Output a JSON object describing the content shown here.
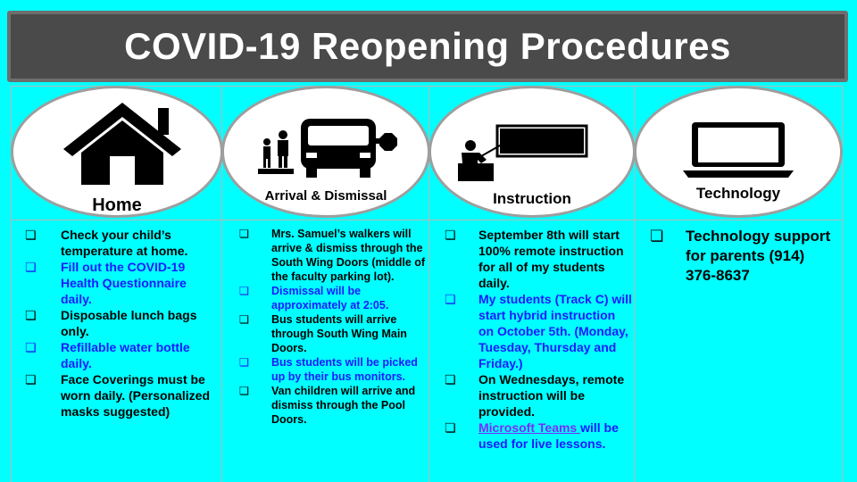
{
  "title": "COVID-19 Reopening Procedures",
  "sections": [
    {
      "label": "Home",
      "icon": "house-icon",
      "items": [
        {
          "text": "Check your child’s temperature at home.",
          "color": "#000000"
        },
        {
          "text": "Fill out the COVID-19 Health Questionnaire daily.",
          "color": "#1a1aff"
        },
        {
          "text": "Disposable lunch bags only.",
          "color": "#000000"
        },
        {
          "text": "Refillable water bottle daily.",
          "color": "#1a1aff"
        },
        {
          "text": "Face Coverings must be worn daily. (Personalized masks suggested)",
          "color": "#000000"
        }
      ]
    },
    {
      "label": "Arrival & Dismissal",
      "icon": "school-bus-icon",
      "items": [
        {
          "text": "Mrs. Samuel’s walkers will arrive & dismiss through the South Wing Doors  (middle of the faculty parking lot).",
          "color": "#000000"
        },
        {
          "text": "Dismissal will be approximately at 2:05.",
          "color": "#1a1aff"
        },
        {
          "text": "Bus students will arrive through South Wing Main Doors.",
          "color": "#000000"
        },
        {
          "text": "Bus students will be picked up by their bus monitors.",
          "color": "#1a1aff"
        },
        {
          "text": "Van children will arrive and dismiss through the Pool Doors.",
          "color": "#000000"
        }
      ]
    },
    {
      "label": "Instruction",
      "icon": "teacher-board-icon",
      "items": [
        {
          "text": "September 8th will start 100% remote instruction for all of my students daily.",
          "color": "#000000"
        },
        {
          "text": "My students (Track C) will start hybrid instruction on October 5th. (Monday, Tuesday, Thursday and Friday.)",
          "color": "#1a1aff"
        },
        {
          "text": "On Wednesdays, remote instruction will be provided.",
          "color": "#000000"
        },
        {
          "link": "Microsoft Teams ",
          "text": "will be used for live lessons.",
          "color": "#1a1aff"
        }
      ]
    },
    {
      "label": "Technology",
      "icon": "laptop-icon",
      "items": [
        {
          "text": "Technology support for parents (914) 376-8637",
          "color": "#000000"
        }
      ]
    }
  ],
  "bullet": "❏"
}
